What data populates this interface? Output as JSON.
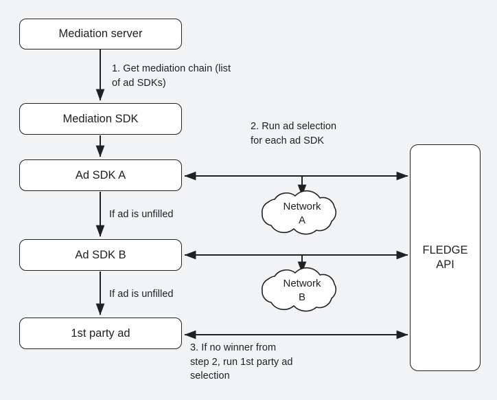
{
  "diagram": {
    "background_color": "#f1f3f4",
    "stroke_color": "#202124",
    "node_fill": "#ffffff",
    "nodes": {
      "mediation_server": "Mediation server",
      "mediation_sdk": "Mediation SDK",
      "ad_sdk_a": "Ad SDK A",
      "ad_sdk_b": "Ad SDK B",
      "first_party_ad": "1st party ad",
      "fledge_api": "FLEDGE\nAPI"
    },
    "clouds": {
      "network_a": "Network\nA",
      "network_b": "Network\nB"
    },
    "annotations": {
      "step1": "1. Get mediation chain (list\nof ad SDKs)",
      "step2": "2. Run ad selection\n for each ad SDK",
      "step3": "3. If no winner from\nstep 2, run 1st party ad\nselection",
      "unfilled_a": "If ad is unfilled",
      "unfilled_b": "If ad is unfilled"
    }
  }
}
